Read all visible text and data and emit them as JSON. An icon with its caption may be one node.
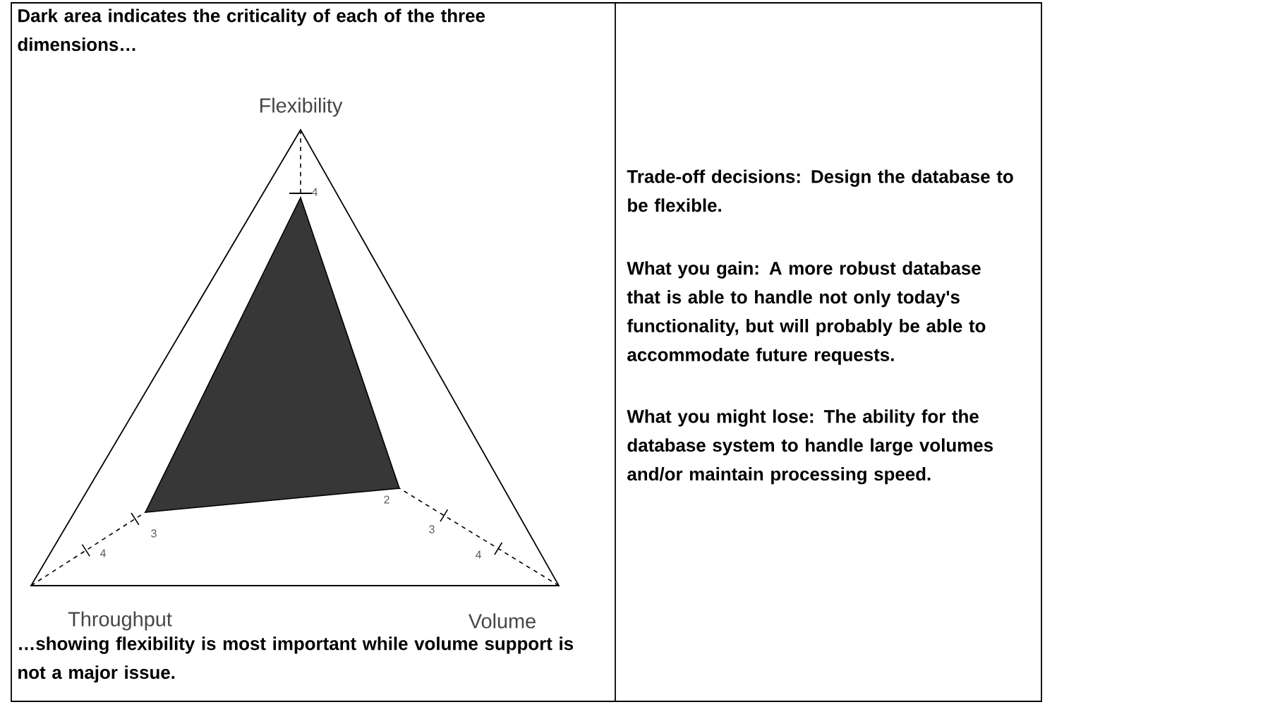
{
  "diagram": {
    "labels": [
      "Dark area indicates the criticality of each of the three dimensions…",
      "Flexibility",
      "4",
      "3",
      "4",
      "2",
      "3",
      "4",
      "Throughput",
      "Volume",
      "…showing flexibility is most important while volume support is not a major issue.",
      "**Trade-off decisions:** Design the database to be flexible.",
      "**What you gain:** A more robust database that is able to handle not only today's functionality, but will probably be able to accommodate future requests.",
      "**What you might lose:** The ability for the database system to handle large volumes and/or maintain processing speed."
    ]
  }
}
